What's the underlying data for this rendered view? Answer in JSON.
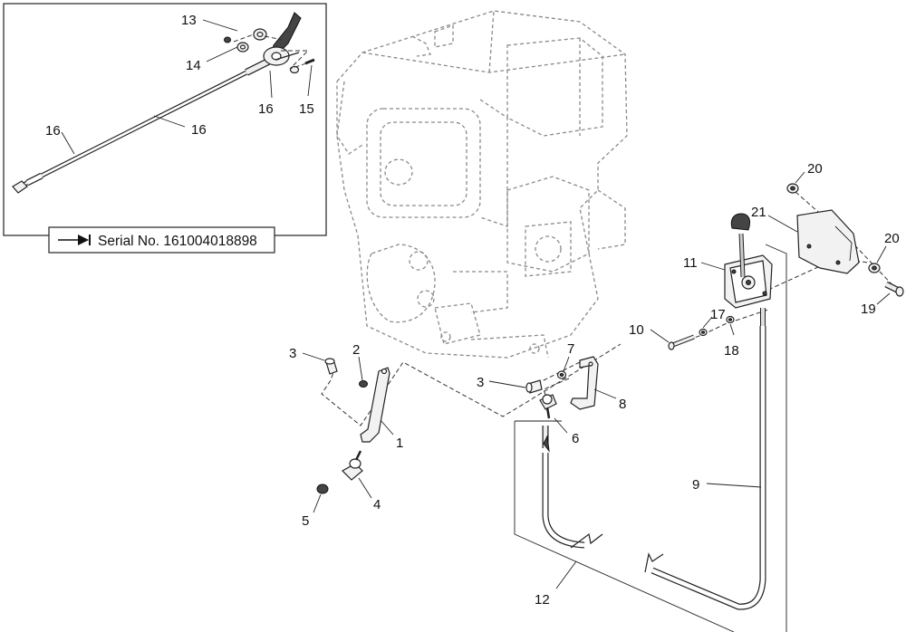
{
  "inset": {
    "serial_label": "Serial No. 161004018898",
    "arrow_icon": "arrow-right-to-bar-icon"
  },
  "callouts": {
    "c1": "1",
    "c2": "2",
    "c3a": "3",
    "c3b": "3",
    "c4": "4",
    "c5": "5",
    "c6": "6",
    "c7": "7",
    "c8": "8",
    "c9": "9",
    "c10": "10",
    "c11": "11",
    "c12": "12",
    "c13": "13",
    "c14": "14",
    "c15": "15",
    "c16a": "16",
    "c16b": "16",
    "c16c": "16",
    "c17": "17",
    "c18": "18",
    "c19": "19",
    "c20a": "20",
    "c20b": "20",
    "c21": "21"
  }
}
